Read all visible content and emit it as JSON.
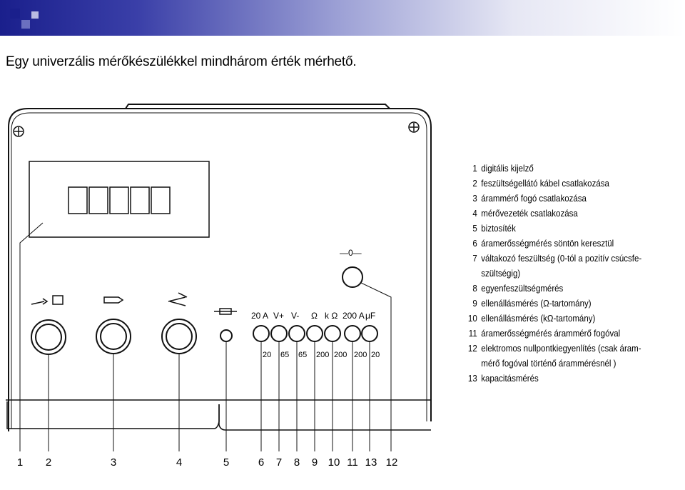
{
  "caption": "Egy univerzális mérőkészülékkel mindhárom érték mérhető.",
  "legend": [
    {
      "num": "1",
      "text": "digitális kijelző"
    },
    {
      "num": "2",
      "text": "feszültségellátó kábel csatlakozása"
    },
    {
      "num": "3",
      "text": "árammérő fogó csatlakozása"
    },
    {
      "num": "4",
      "text": "mérővezeték csatlakozása"
    },
    {
      "num": "5",
      "text": "biztosíték"
    },
    {
      "num": "6",
      "text": "áramerősségmérés söntön keresztül"
    },
    {
      "num": "7",
      "text": "váltakozó feszültség (0-tól a pozitív csúcsfe-",
      "cont": "szültségig)"
    },
    {
      "num": "8",
      "text": "egyenfeszültségmérés"
    },
    {
      "num": "9",
      "text": "ellenállásmérés (Ω-tartomány)"
    },
    {
      "num": "10",
      "text": "ellenállásmérés (kΩ-tartomány)"
    },
    {
      "num": "11",
      "text": "áramerősségmérés árammérő fogóval"
    },
    {
      "num": "12",
      "text": "elektromos nullpontkiegyenlítés (csak áram-",
      "cont": "mérő fogóval történő árammérésnél )"
    },
    {
      "num": "13",
      "text": "kapacitásmérés"
    }
  ],
  "diagram": {
    "zero_label": "—0—",
    "socket_labels": [
      "20 A",
      "V+",
      "V-",
      "Ω",
      "k Ω",
      "200 A",
      "μF"
    ],
    "range_labels": [
      "20",
      "65",
      "65",
      "200",
      "200",
      "200",
      "20"
    ],
    "callout_numbers": [
      "1",
      "2",
      "3",
      "4",
      "5",
      "6",
      "7",
      "8",
      "9",
      "10",
      "11",
      "13",
      "12"
    ]
  }
}
